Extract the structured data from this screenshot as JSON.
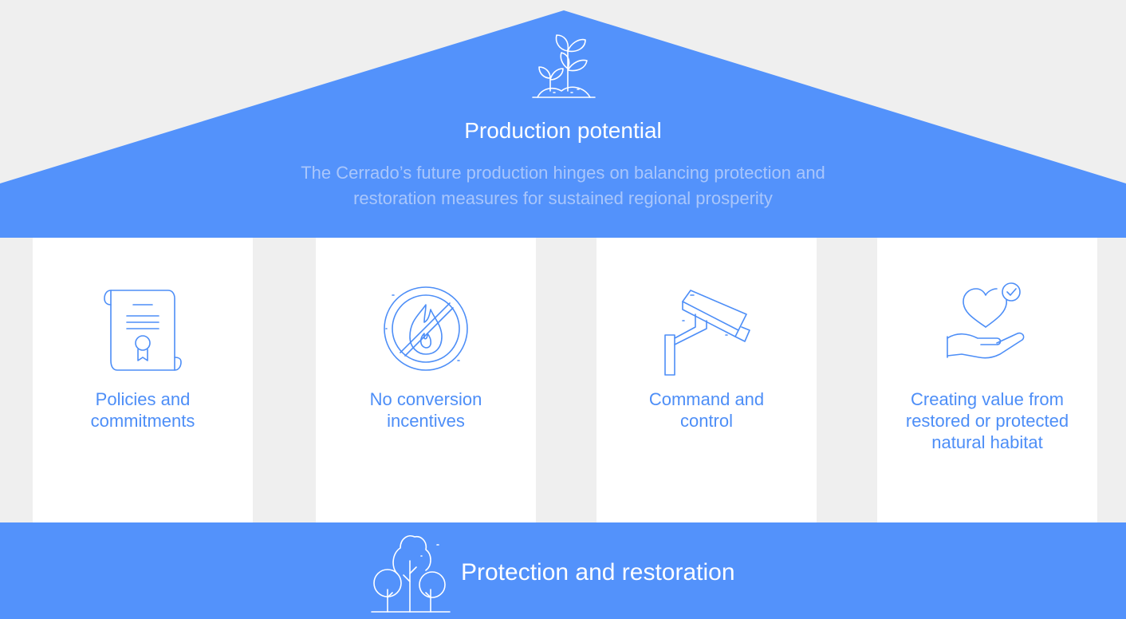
{
  "roof": {
    "title": "Production potential",
    "description": "The Cerrado’s future production hinges on balancing protection and restoration measures for sustained regional prosperity",
    "icon": "seedling-plants-icon"
  },
  "pillars": [
    {
      "label": "Policies and commitments",
      "icon": "certificate-scroll-icon"
    },
    {
      "label": "No conversion incentives",
      "icon": "no-fire-icon"
    },
    {
      "label": "Command and control",
      "icon": "security-camera-icon"
    },
    {
      "label": "Creating value from restored or protected natural habitat",
      "icon": "heart-in-hand-icon"
    }
  ],
  "base": {
    "title": "Protection and restoration",
    "icon": "trees-icon"
  },
  "colors": {
    "primary_blue": "#5392fb",
    "icon_blue": "#4d8ef7",
    "description_text": "#a9c6fb",
    "background": "#efefef",
    "pillar_background": "#ffffff"
  }
}
